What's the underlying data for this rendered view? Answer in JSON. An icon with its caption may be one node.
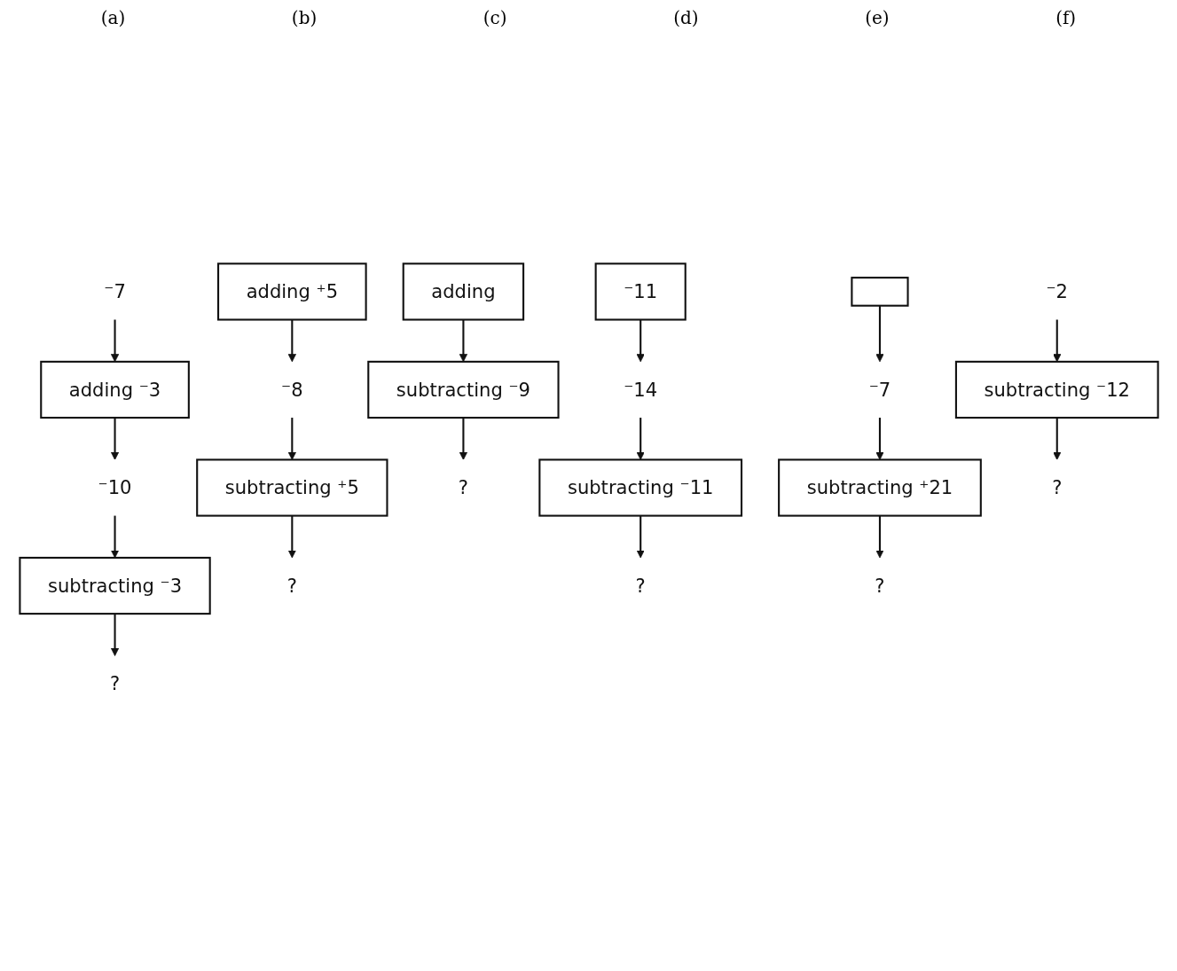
{
  "diagram": {
    "nodes": [
      {
        "text": [
          "⁻7"
        ]
      },
      {
        "text": [
          "adding ⁻3"
        ]
      },
      {
        "text": [
          "⁻10"
        ]
      },
      {
        "text": [
          "subtracting ⁻3"
        ]
      },
      {
        "text": [
          "?"
        ]
      },
      {
        "text": [
          "adding ⁺5"
        ]
      },
      {
        "text": [
          "⁻8"
        ]
      },
      {
        "text": [
          "subtracting ⁺5"
        ]
      },
      {
        "text": [
          "?"
        ]
      },
      {
        "text": [
          "adding"
        ]
      },
      {
        "text": [
          "subtracting ⁻9"
        ]
      },
      {
        "text": [
          "?"
        ]
      },
      {
        "text": [
          "⁻11"
        ]
      },
      {
        "text": [
          "⁻14"
        ]
      },
      {
        "text": [
          "subtracting ⁻11"
        ]
      },
      {
        "text": [
          "?"
        ]
      },
      {
        "text": [],
        "shape": "box"
      },
      {
        "text": [
          "⁻7"
        ]
      },
      {
        "text": [
          "subtracting ⁺21"
        ]
      },
      {
        "text": [
          "?"
        ]
      },
      {
        "text": [
          "⁻2"
        ]
      },
      {
        "text": [
          "subtracting ⁻12"
        ]
      },
      {
        "text": [
          "?"
        ]
      }
    ],
    "edges": [
      {
        "from": 0,
        "to": 1,
        "arrow": "to"
      },
      {
        "from": 1,
        "to": 2,
        "arrow": "to"
      },
      {
        "from": 2,
        "to": 3,
        "arrow": "to"
      },
      {
        "from": 3,
        "to": 4,
        "arrow": "to"
      },
      {
        "from": 5,
        "to": 6,
        "arrow": "to"
      },
      {
        "from": 6,
        "to": 7,
        "arrow": "to"
      },
      {
        "from": 7,
        "to": 8,
        "arrow": "to"
      },
      {
        "from": 9,
        "to": 10,
        "arrow": "to"
      },
      {
        "from": 10,
        "to": 11,
        "arrow": "to"
      },
      {
        "from": 12,
        "to": 13,
        "arrow": "to"
      },
      {
        "from": 13,
        "to": 14,
        "arrow": "to"
      },
      {
        "from": 14,
        "to": 15,
        "arrow": "to"
      },
      {
        "from": 16,
        "to": 17,
        "arrow": "to"
      },
      {
        "from": 17,
        "to": 18,
        "arrow": "to"
      },
      {
        "from": 18,
        "to": 19,
        "arrow": "to"
      },
      {
        "from": 20,
        "to": 21,
        "arrow": "to"
      },
      {
        "from": 21,
        "to": 22,
        "arrow": "to"
      }
    ],
    "labels": [
      "(a)",
      "(b)",
      "(c)",
      "(d)",
      "(e)",
      "(f)"
    ]
  }
}
